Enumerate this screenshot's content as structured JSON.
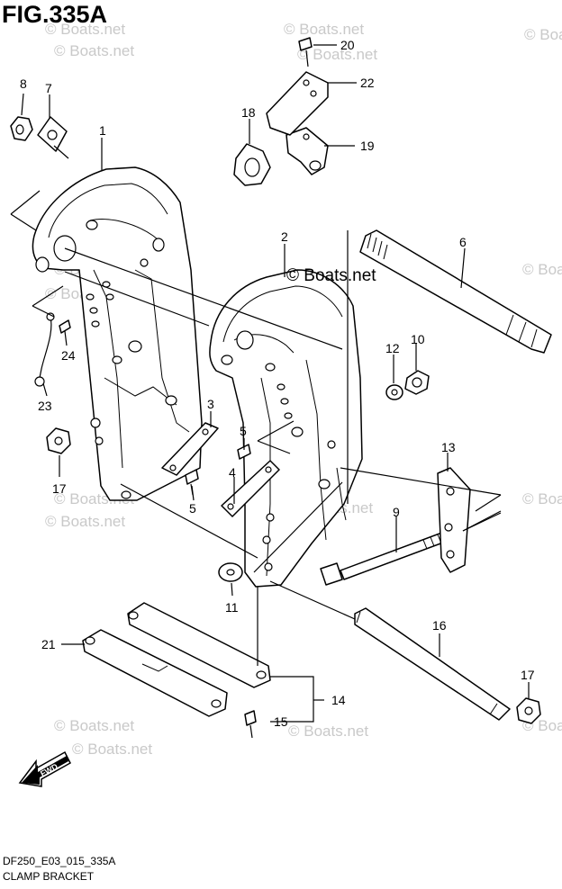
{
  "figure": {
    "title": "FIG.335A",
    "code": "DF250_E03_015_335A",
    "name": "CLAMP BRACKET"
  },
  "watermarks": {
    "small": "© Boats.net",
    "large": "© Boats.net"
  },
  "callouts": {
    "p1": "1",
    "p2": "2",
    "p3": "3",
    "p4": "4",
    "p5a": "5",
    "p5b": "5",
    "p6": "6",
    "p7": "7",
    "p8": "8",
    "p9": "9",
    "p10": "10",
    "p11": "11",
    "p12": "12",
    "p13": "13",
    "p14": "14",
    "p15": "15",
    "p16": "16",
    "p17a": "17",
    "p17b": "17",
    "p18": "18",
    "p19": "19",
    "p20": "20",
    "p21": "21",
    "p22": "22",
    "p23": "23",
    "p24": "24"
  },
  "fwd_badge": "FWD"
}
